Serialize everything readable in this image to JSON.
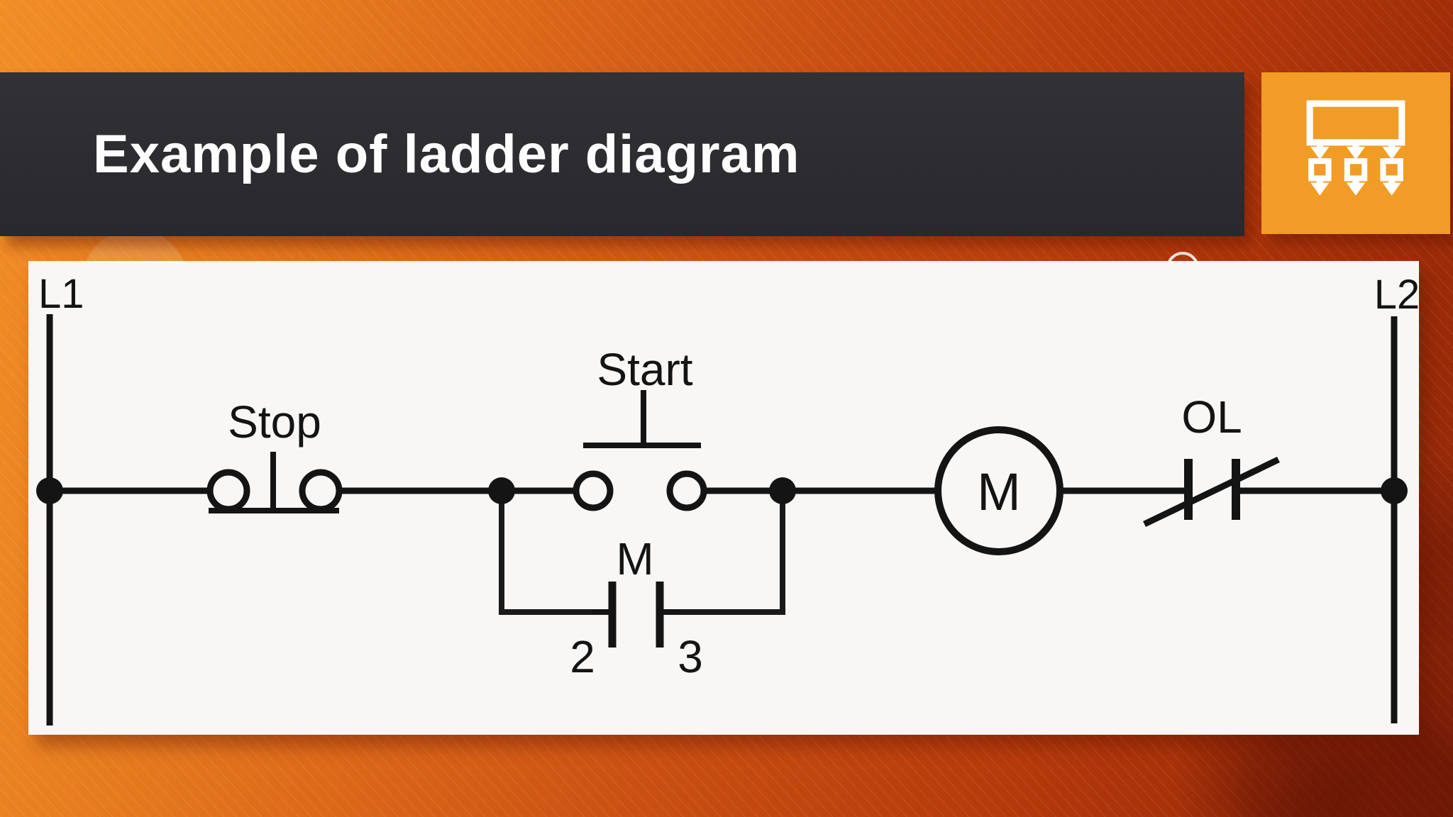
{
  "slide": {
    "title": "Example of ladder diagram"
  },
  "header_icon": {
    "name": "org-chart-icon",
    "tile_color": "#F09C26",
    "glyph_color": "#FFFFFF"
  },
  "colors": {
    "title_bar": "#2D2C30",
    "title_text": "#FDFDFD",
    "panel": "#F8F7F5",
    "diagram_line": "#141414",
    "background_top_left": "#F18E26",
    "background_bottom_right": "#8F2709"
  },
  "diagram": {
    "rails": {
      "left": "L1",
      "right": "L2"
    },
    "components": {
      "stop": "Stop",
      "start": "Start",
      "seal_contact": "M",
      "seal_terminal_left": "2",
      "seal_terminal_right": "3",
      "coil": "M",
      "overload": "OL"
    }
  }
}
